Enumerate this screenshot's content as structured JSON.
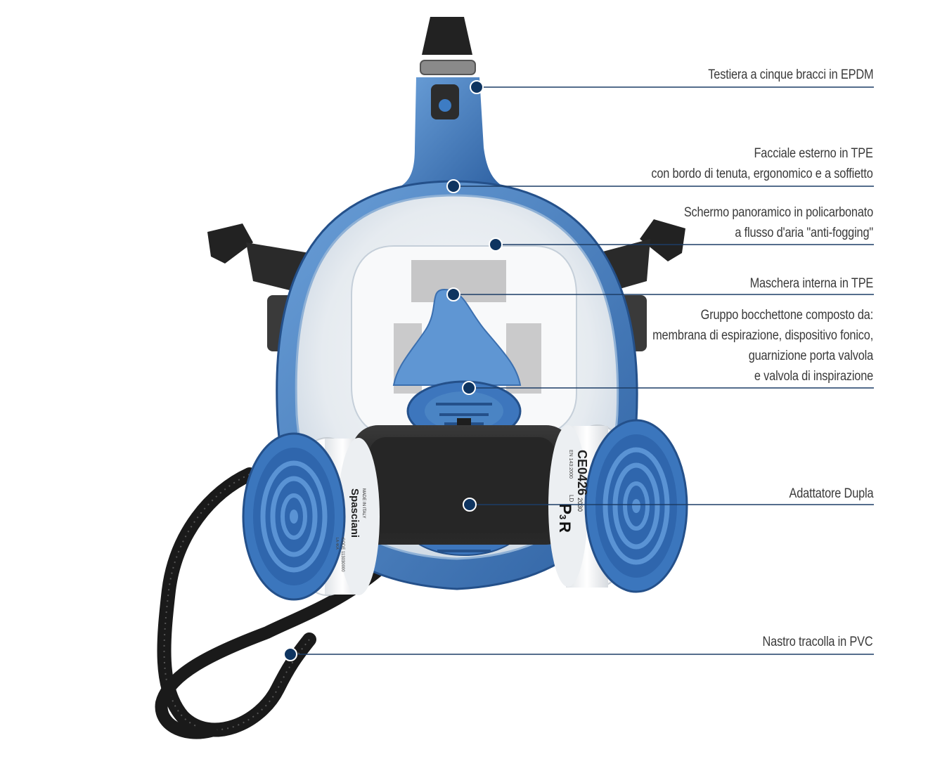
{
  "colors": {
    "leader_line": "#1c3d66",
    "dot_fill": "#0e3460",
    "mask_blue": "#4a84c4",
    "mask_blue_dark": "#2d5f9e",
    "rubber_black": "#1e1e1e",
    "label_text": "#3a3a3a"
  },
  "cartridge_left": {
    "brand": "Spasciani",
    "made_in": "MADE IN ITALY",
    "code": "CODE 113030000",
    "std": "LA 4KA"
  },
  "cartridge_right": {
    "ce": "CE0426",
    "year": "2030",
    "std": "EN 143:2000",
    "ld": "LD",
    "class_main": "P",
    "class_sub": "3",
    "class_r": "R"
  },
  "callouts": [
    {
      "id": "testiera",
      "lines": [
        "Testiera a cinque bracci in EPDM"
      ]
    },
    {
      "id": "facciale",
      "lines": [
        "Facciale esterno in TPE",
        "con bordo di tenuta, ergonomico e a soffietto"
      ]
    },
    {
      "id": "schermo",
      "lines": [
        "Schermo panoramico in policarbonato",
        "a flusso d'aria \"anti-fogging\""
      ]
    },
    {
      "id": "maschera",
      "lines": [
        "Maschera interna in TPE"
      ]
    },
    {
      "id": "gruppo",
      "lines": [
        "Gruppo bocchettone composto da:",
        "membrana di espirazione, dispositivo fonico,",
        "guarnizione porta valvola",
        "e valvola di inspirazione"
      ]
    },
    {
      "id": "adattatore",
      "lines": [
        "Adattatore Dupla"
      ]
    },
    {
      "id": "nastro",
      "lines": [
        "Nastro tracolla in PVC"
      ]
    }
  ]
}
